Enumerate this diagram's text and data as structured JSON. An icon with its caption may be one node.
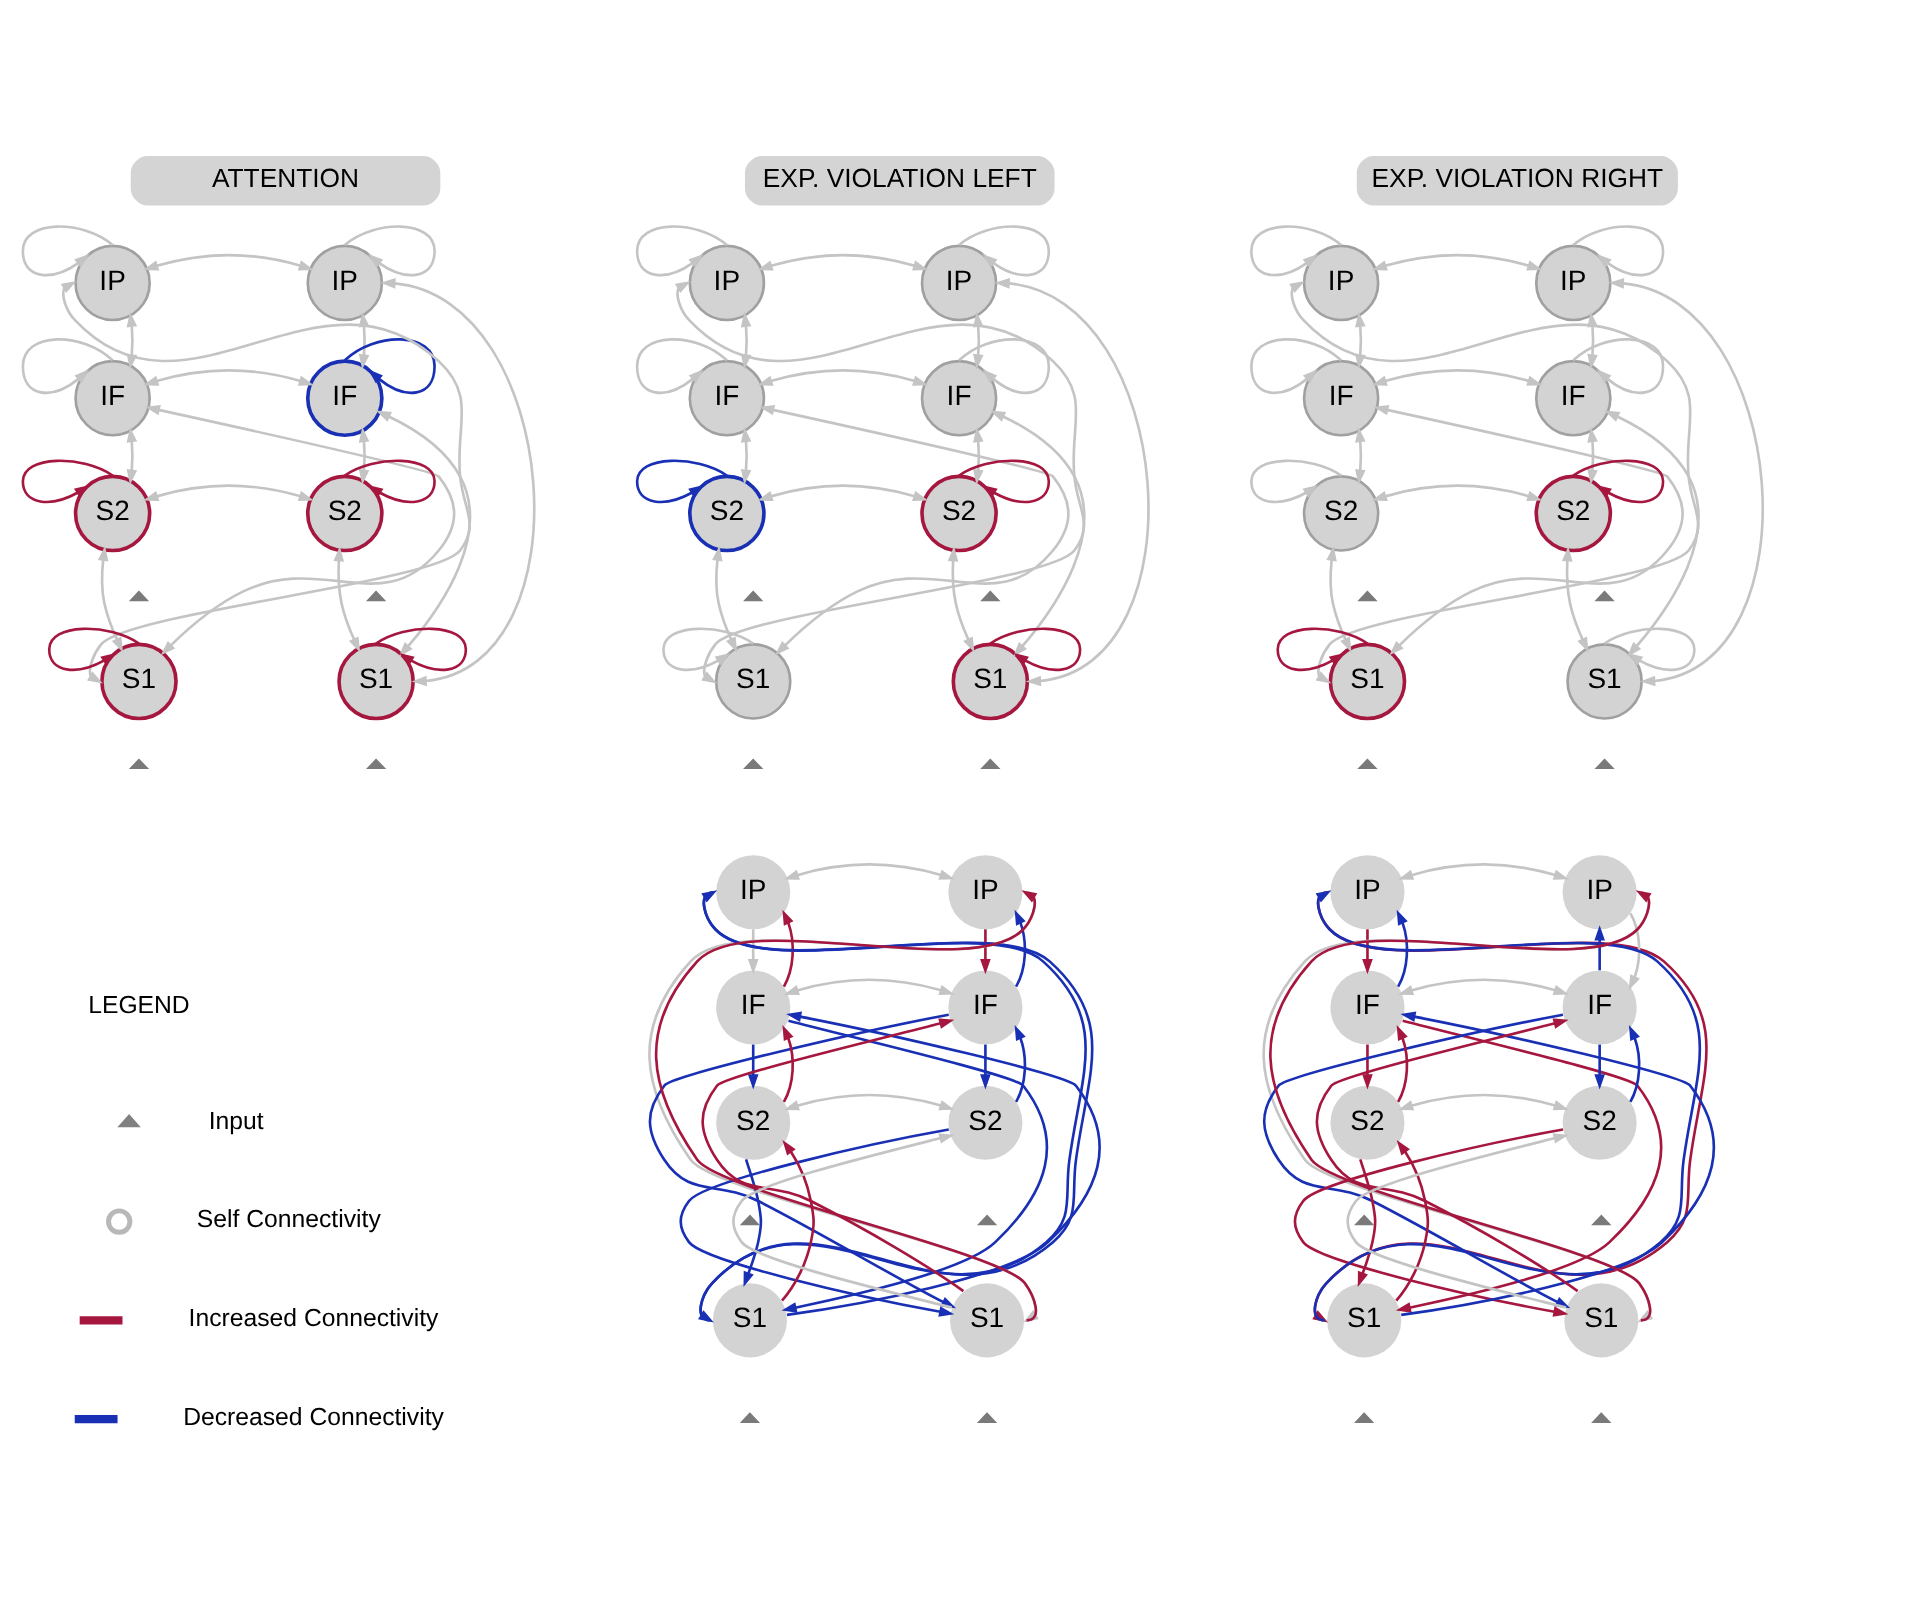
{
  "diagram": {
    "nodes": [
      {
        "text": [
          "ATTENTION"
        ]
      },
      {
        "text": [
          "IP"
        ]
      },
      {
        "text": [
          "IP"
        ]
      },
      {
        "text": [
          "IF"
        ]
      },
      {
        "text": [
          "IF"
        ]
      },
      {
        "text": [
          "S2"
        ]
      },
      {
        "text": [
          "S2"
        ]
      },
      {
        "text": [
          "S1"
        ]
      },
      {
        "text": [
          "S1"
        ]
      },
      {
        "text": [],
        "shape": "triangle"
      },
      {
        "text": [],
        "shape": "triangle"
      },
      {
        "text": [],
        "shape": "triangle"
      },
      {
        "text": [],
        "shape": "triangle"
      },
      {
        "text": [
          "EXP. VIOLATION LEFT"
        ]
      },
      {
        "text": [
          "IP"
        ]
      },
      {
        "text": [
          "IP"
        ]
      },
      {
        "text": [
          "IF"
        ]
      },
      {
        "text": [
          "IF"
        ]
      },
      {
        "text": [
          "S2"
        ]
      },
      {
        "text": [
          "S2"
        ]
      },
      {
        "text": [
          "S1"
        ]
      },
      {
        "text": [
          "S1"
        ]
      },
      {
        "text": [],
        "shape": "triangle"
      },
      {
        "text": [],
        "shape": "triangle"
      },
      {
        "text": [],
        "shape": "triangle"
      },
      {
        "text": [],
        "shape": "triangle"
      },
      {
        "text": [
          "EXP. VIOLATION RIGHT"
        ]
      },
      {
        "text": [
          "IP"
        ]
      },
      {
        "text": [
          "IP"
        ]
      },
      {
        "text": [
          "IF"
        ]
      },
      {
        "text": [
          "IF"
        ]
      },
      {
        "text": [
          "S2"
        ]
      },
      {
        "text": [
          "S2"
        ]
      },
      {
        "text": [
          "S1"
        ]
      },
      {
        "text": [
          "S1"
        ]
      },
      {
        "text": [],
        "shape": "triangle"
      },
      {
        "text": [],
        "shape": "triangle"
      },
      {
        "text": [],
        "shape": "triangle"
      },
      {
        "text": [],
        "shape": "triangle"
      },
      {
        "text": [
          "IP"
        ]
      },
      {
        "text": [
          "IP"
        ]
      },
      {
        "text": [
          "IF"
        ]
      },
      {
        "text": [
          "IF"
        ]
      },
      {
        "text": [
          "S2"
        ]
      },
      {
        "text": [
          "S2"
        ]
      },
      {
        "text": [
          "S1"
        ]
      },
      {
        "text": [
          "S1"
        ]
      },
      {
        "text": [],
        "shape": "triangle"
      },
      {
        "text": [],
        "shape": "triangle"
      },
      {
        "text": [],
        "shape": "triangle"
      },
      {
        "text": [],
        "shape": "triangle"
      },
      {
        "text": [
          "IP"
        ]
      },
      {
        "text": [
          "IP"
        ]
      },
      {
        "text": [
          "IF"
        ]
      },
      {
        "text": [
          "IF"
        ]
      },
      {
        "text": [
          "S2"
        ]
      },
      {
        "text": [
          "S2"
        ]
      },
      {
        "text": [
          "S1"
        ]
      },
      {
        "text": [
          "S1"
        ]
      },
      {
        "text": [],
        "shape": "triangle"
      },
      {
        "text": [],
        "shape": "triangle"
      },
      {
        "text": [],
        "shape": "triangle"
      },
      {
        "text": [],
        "shape": "triangle"
      }
    ],
    "edges": [
      {
        "from": 1,
        "to": 2,
        "arrow": "both"
      },
      {
        "from": 1,
        "to": 3,
        "arrow": "both"
      },
      {
        "from": 2,
        "to": 4,
        "arrow": "both"
      },
      {
        "from": 3,
        "to": 4,
        "arrow": "both"
      },
      {
        "from": 3,
        "to": 5,
        "arrow": "both"
      },
      {
        "from": 4,
        "to": 6,
        "arrow": "both"
      },
      {
        "from": 3,
        "to": 7,
        "arrow": "both"
      },
      {
        "from": 4,
        "to": 8,
        "arrow": "both"
      },
      {
        "from": 5,
        "to": 6,
        "arrow": "both"
      },
      {
        "from": 5,
        "to": 7,
        "arrow": "both"
      },
      {
        "from": 6,
        "to": 8,
        "arrow": "both"
      },
      {
        "from": 7,
        "to": 1,
        "arrow": "both"
      },
      {
        "from": 8,
        "to": 2,
        "arrow": "both"
      },
      {
        "from": 1,
        "to": 1,
        "arrow": "to"
      },
      {
        "from": 2,
        "to": 2,
        "arrow": "to"
      },
      {
        "from": 3,
        "to": 3,
        "arrow": "to"
      },
      {
        "from": 4,
        "to": 4,
        "arrow": "to",
        "color": "#1930b5"
      },
      {
        "from": 5,
        "to": 5,
        "arrow": "to",
        "color": "#a6173f"
      },
      {
        "from": 6,
        "to": 6,
        "arrow": "to",
        "color": "#a6173f"
      },
      {
        "from": 7,
        "to": 7,
        "arrow": "to",
        "color": "#a6173f"
      },
      {
        "from": 8,
        "to": 8,
        "arrow": "to",
        "color": "#a6173f"
      },
      {
        "from": 14,
        "to": 15,
        "arrow": "both"
      },
      {
        "from": 14,
        "to": 16,
        "arrow": "both"
      },
      {
        "from": 15,
        "to": 17,
        "arrow": "both"
      },
      {
        "from": 16,
        "to": 17,
        "arrow": "both"
      },
      {
        "from": 16,
        "to": 18,
        "arrow": "both"
      },
      {
        "from": 17,
        "to": 19,
        "arrow": "both"
      },
      {
        "from": 16,
        "to": 20,
        "arrow": "both"
      },
      {
        "from": 17,
        "to": 21,
        "arrow": "both"
      },
      {
        "from": 18,
        "to": 19,
        "arrow": "both"
      },
      {
        "from": 18,
        "to": 20,
        "arrow": "both"
      },
      {
        "from": 19,
        "to": 21,
        "arrow": "both"
      },
      {
        "from": 20,
        "to": 14,
        "arrow": "both"
      },
      {
        "from": 21,
        "to": 15,
        "arrow": "both"
      },
      {
        "from": 14,
        "to": 14,
        "arrow": "to"
      },
      {
        "from": 15,
        "to": 15,
        "arrow": "to"
      },
      {
        "from": 16,
        "to": 16,
        "arrow": "to"
      },
      {
        "from": 17,
        "to": 17,
        "arrow": "to"
      },
      {
        "from": 18,
        "to": 18,
        "arrow": "to",
        "color": "#1930b5"
      },
      {
        "from": 19,
        "to": 19,
        "arrow": "to",
        "color": "#a6173f"
      },
      {
        "from": 20,
        "to": 20,
        "arrow": "to"
      },
      {
        "from": 21,
        "to": 21,
        "arrow": "to",
        "color": "#a6173f"
      },
      {
        "from": 27,
        "to": 28,
        "arrow": "both"
      },
      {
        "from": 27,
        "to": 29,
        "arrow": "both"
      },
      {
        "from": 28,
        "to": 30,
        "arrow": "both"
      },
      {
        "from": 29,
        "to": 30,
        "arrow": "both"
      },
      {
        "from": 29,
        "to": 31,
        "arrow": "both"
      },
      {
        "from": 30,
        "to": 32,
        "arrow": "both"
      },
      {
        "from": 29,
        "to": 33,
        "arrow": "both"
      },
      {
        "from": 30,
        "to": 34,
        "arrow": "both"
      },
      {
        "from": 31,
        "to": 32,
        "arrow": "both"
      },
      {
        "from": 31,
        "to": 33,
        "arrow": "both"
      },
      {
        "from": 32,
        "to": 34,
        "arrow": "both"
      },
      {
        "from": 33,
        "to": 27,
        "arrow": "both"
      },
      {
        "from": 34,
        "to": 28,
        "arrow": "both"
      },
      {
        "from": 27,
        "to": 27,
        "arrow": "to"
      },
      {
        "from": 28,
        "to": 28,
        "arrow": "to"
      },
      {
        "from": 29,
        "to": 29,
        "arrow": "to"
      },
      {
        "from": 30,
        "to": 30,
        "arrow": "to"
      },
      {
        "from": 31,
        "to": 31,
        "arrow": "to"
      },
      {
        "from": 32,
        "to": 32,
        "arrow": "to",
        "color": "#a6173f"
      },
      {
        "from": 33,
        "to": 33,
        "arrow": "to",
        "color": "#a6173f"
      },
      {
        "from": 34,
        "to": 34,
        "arrow": "to"
      },
      {
        "from": 39,
        "to": 40,
        "arrow": "both"
      },
      {
        "from": 41,
        "to": 42,
        "arrow": "both"
      },
      {
        "from": 43,
        "to": 44,
        "arrow": "both"
      },
      {
        "from": 39,
        "to": 41,
        "arrow": "to"
      },
      {
        "from": 41,
        "to": 39,
        "arrow": "to",
        "color": "#a6173f"
      },
      {
        "from": 41,
        "to": 43,
        "arrow": "to",
        "color": "#1930b5"
      },
      {
        "from": 43,
        "to": 41,
        "arrow": "to",
        "color": "#a6173f"
      },
      {
        "from": 41,
        "to": 45,
        "arrow": "to",
        "color": "#1930b5"
      },
      {
        "from": 45,
        "to": 41,
        "arrow": "to",
        "color": "#1930b5"
      },
      {
        "from": 43,
        "to": 45,
        "arrow": "to",
        "color": "#1930b5"
      },
      {
        "from": 45,
        "to": 43,
        "arrow": "to",
        "color": "#a6173f"
      },
      {
        "from": 45,
        "to": 39,
        "arrow": "to",
        "color": "#1930b5"
      },
      {
        "from": 39,
        "to": 45,
        "arrow": "to",
        "color": "#1930b5"
      },
      {
        "from": 40,
        "to": 42,
        "arrow": "to",
        "color": "#a6173f"
      },
      {
        "from": 42,
        "to": 40,
        "arrow": "to",
        "color": "#1930b5"
      },
      {
        "from": 42,
        "to": 46,
        "arrow": "to",
        "color": "#1930b5"
      },
      {
        "from": 46,
        "to": 42,
        "arrow": "to",
        "color": "#a6173f"
      },
      {
        "from": 42,
        "to": 44,
        "arrow": "to",
        "color": "#1930b5"
      },
      {
        "from": 44,
        "to": 42,
        "arrow": "to",
        "color": "#1930b5"
      },
      {
        "from": 44,
        "to": 46,
        "arrow": "to",
        "color": "#1930b5"
      },
      {
        "from": 46,
        "to": 44,
        "arrow": "to"
      },
      {
        "from": 46,
        "to": 40,
        "arrow": "to",
        "color": "#a6173f"
      },
      {
        "from": 40,
        "to": 46,
        "arrow": "to"
      },
      {
        "from": 51,
        "to": 52,
        "arrow": "both"
      },
      {
        "from": 53,
        "to": 54,
        "arrow": "both"
      },
      {
        "from": 55,
        "to": 56,
        "arrow": "both"
      },
      {
        "from": 51,
        "to": 53,
        "arrow": "to",
        "color": "#a6173f"
      },
      {
        "from": 53,
        "to": 51,
        "arrow": "to",
        "color": "#1930b5"
      },
      {
        "from": 53,
        "to": 55,
        "arrow": "to",
        "color": "#a6173f"
      },
      {
        "from": 55,
        "to": 53,
        "arrow": "to",
        "color": "#a6173f"
      },
      {
        "from": 53,
        "to": 57,
        "arrow": "to",
        "color": "#a6173f"
      },
      {
        "from": 57,
        "to": 53,
        "arrow": "to",
        "color": "#1930b5"
      },
      {
        "from": 55,
        "to": 57,
        "arrow": "to",
        "color": "#a6173f"
      },
      {
        "from": 57,
        "to": 55,
        "arrow": "to",
        "color": "#a6173f"
      },
      {
        "from": 57,
        "to": 51,
        "arrow": "to",
        "color": "#1930b5"
      },
      {
        "from": 51,
        "to": 57,
        "arrow": "to",
        "color": "#a6173f"
      },
      {
        "from": 54,
        "to": 52,
        "arrow": "to",
        "color": "#1930b5"
      },
      {
        "from": 52,
        "to": 54,
        "arrow": "to"
      },
      {
        "from": 54,
        "to": 58,
        "arrow": "to",
        "color": "#1930b5"
      },
      {
        "from": 58,
        "to": 54,
        "arrow": "to",
        "color": "#a6173f"
      },
      {
        "from": 54,
        "to": 56,
        "arrow": "to",
        "color": "#1930b5"
      },
      {
        "from": 56,
        "to": 54,
        "arrow": "to",
        "color": "#1930b5"
      },
      {
        "from": 56,
        "to": 58,
        "arrow": "to",
        "color": "#a6173f"
      },
      {
        "from": 58,
        "to": 56,
        "arrow": "to"
      },
      {
        "from": 58,
        "to": 52,
        "arrow": "to",
        "color": "#a6173f"
      },
      {
        "from": 52,
        "to": 58,
        "arrow": "to"
      }
    ],
    "labels": [
      "LEGEND"
    ],
    "legend": [
      {
        "text": "Input"
      },
      {
        "text": "Self Connectivity"
      },
      {
        "text": "Increased Connectivity",
        "color": "#a6173f"
      },
      {
        "text": "Decreased Connectivity",
        "color": "#1930b5"
      }
    ]
  }
}
